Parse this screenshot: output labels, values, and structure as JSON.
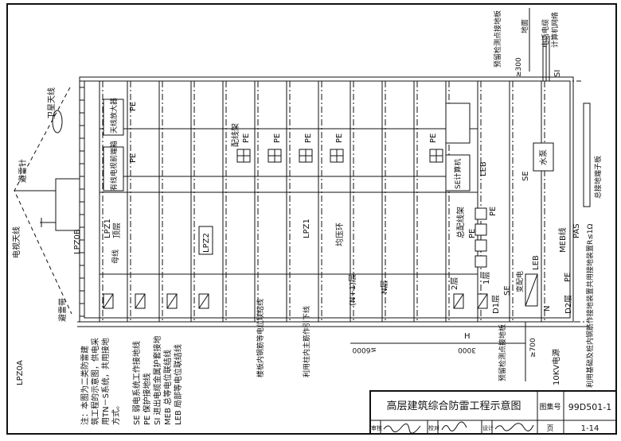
{
  "drawing": {
    "zones": {
      "lpz0a": "LPZ0A",
      "lpz0b": "LPZ0B",
      "lpz1_top": "LPZ1",
      "lpz1_mid": "LPZ1",
      "lpz2": "LPZ2"
    },
    "roof": {
      "lightning_rod": "避雷针",
      "satellite_antenna": "卫星天线",
      "tv_antenna": "电视天线",
      "lightning_belt": "避雷带",
      "top_floor": "顶层",
      "busbar": "母线",
      "antenna_amplifier": "天线放大器",
      "catv_headend": "有线电视前端箱"
    },
    "floors": {
      "n_plus_1": "(N+1)层",
      "n": "N层",
      "f2": "2层",
      "f1": "1层",
      "d1": "D1层",
      "d2": "D2层"
    },
    "labels": {
      "pe": "PE",
      "se": "SE",
      "si": "SI",
      "leb": "LEB",
      "meb_line": "MEB线",
      "pas": "PAS",
      "n": "N",
      "distribution_frame": "配线架",
      "main_distribution_frame": "总配线架",
      "equalizing_ring": "均压环",
      "computer_box": "SE计算机",
      "water_pump": "水泵",
      "transformer": "变配电",
      "main_earth_bar": "总接地端子板",
      "floor_rebar_bonding": "楼板内钢筋等电位联结线",
      "column_rebar_downconductor": "利用柱内主筋作引下线",
      "test_point_plate_bottom": "预留检测点接地板",
      "test_point_plate_top": "预留检测点接地板",
      "power_10kv": "10KV电源",
      "foundation_earth": "利用基础及桩内钢筋作接地装置共用接地装置R≤1Ω",
      "ground_surface": "地面",
      "telephone_cable": "电话电缆",
      "computer_network": "计算机网络",
      "dim_300": "≥300",
      "dim_700": "≥700",
      "dim_h": "H",
      "dim_6000": "≤6000",
      "dim_3000": "3000"
    }
  },
  "notes": {
    "lines": [
      "注：本图为二类防雷建",
      "筑工程的示意图，供电采",
      "用TN－S系统，共用接地",
      "方式。"
    ],
    "legend": [
      {
        "code": "SE",
        "desc": "弱电系统工作接地线"
      },
      {
        "code": "PE",
        "desc": "保护接地线"
      },
      {
        "code": "SI",
        "desc": "进出电缆金属护套接地"
      },
      {
        "code": "MEB",
        "desc": "总等电位联结线"
      },
      {
        "code": "LEB",
        "desc": "局部等电位联结线"
      }
    ]
  },
  "title_block": {
    "title": "高层建筑综合防雷工程示意图",
    "atlas_label": "图集号",
    "atlas_no": "99D501-1",
    "review_label": "审核",
    "check_label": "校对",
    "design_label": "设计",
    "page_label": "页",
    "page_no": "1-14"
  }
}
